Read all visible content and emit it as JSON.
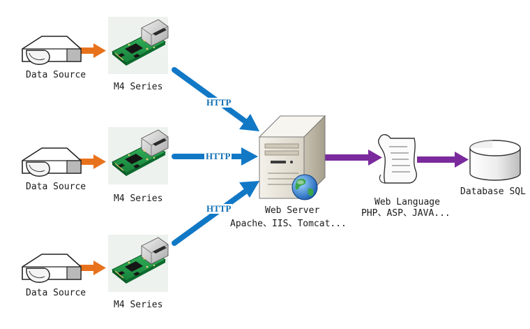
{
  "sources": [
    {
      "source_label": "Data Source",
      "device_label": "M4 Series",
      "protocol_label": "HTTP"
    },
    {
      "source_label": "Data Source",
      "device_label": "M4 Series",
      "protocol_label": "HTTP"
    },
    {
      "source_label": "Data Source",
      "device_label": "M4 Series",
      "protocol_label": "HTTP"
    }
  ],
  "server": {
    "title": "Web Server",
    "subtitle": "Apache、IIS、Tomcat..."
  },
  "web_language": {
    "title": "Web Language",
    "subtitle": "PHP、ASP、JAVA..."
  },
  "database": {
    "title": "Database SQL"
  },
  "colors": {
    "source_arrow": "#e8721c",
    "http_arrow": "#1178c6",
    "http_text": "#0f6fb4",
    "flow_arrow": "#7a2a9c",
    "pcb": "#1f9a45",
    "server_body": "#e6e2d8"
  },
  "icons": {
    "source": "storage-drive-icon",
    "device": "m4-serial-module-icon",
    "server": "web-server-tower-icon",
    "globe": "globe-icon",
    "document": "scroll-document-icon",
    "database": "database-cylinder-icon"
  }
}
